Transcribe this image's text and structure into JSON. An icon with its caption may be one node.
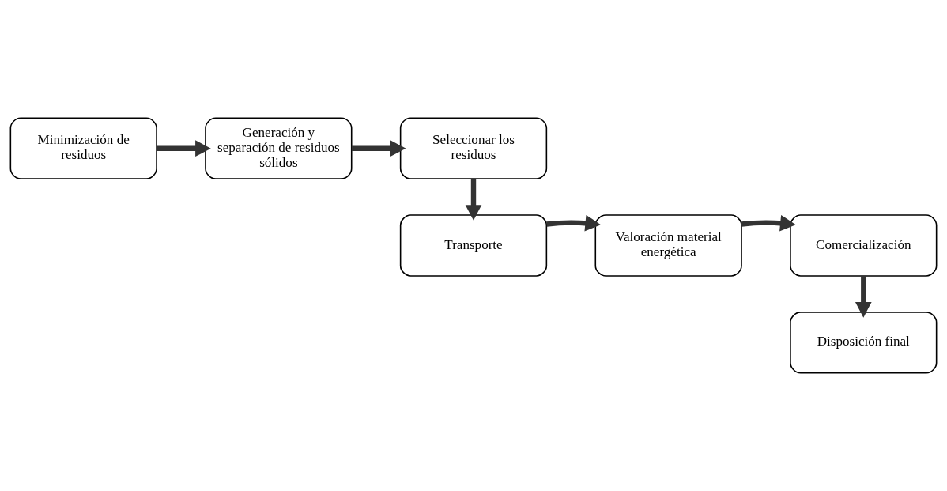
{
  "diagram": {
    "nodes": [
      {
        "text": [
          "Minimización de residuos"
        ]
      },
      {
        "text": [
          "Generación y separación de residuos sólidos"
        ]
      },
      {
        "text": [
          "Seleccionar los residuos"
        ]
      },
      {
        "text": [
          "Transporte"
        ]
      },
      {
        "text": [
          "Valoración material energética"
        ]
      },
      {
        "text": [
          "Comercialización"
        ]
      },
      {
        "text": [
          "Disposición final"
        ]
      }
    ],
    "edges": [
      {
        "from": 0,
        "to": 1,
        "arrow": "to"
      },
      {
        "from": 1,
        "to": 2,
        "arrow": "to"
      },
      {
        "from": 2,
        "to": 3,
        "arrow": "to"
      },
      {
        "from": 3,
        "to": 4,
        "arrow": "to"
      },
      {
        "from": 4,
        "to": 5,
        "arrow": "to"
      },
      {
        "from": 5,
        "to": 6,
        "arrow": "to"
      }
    ]
  }
}
